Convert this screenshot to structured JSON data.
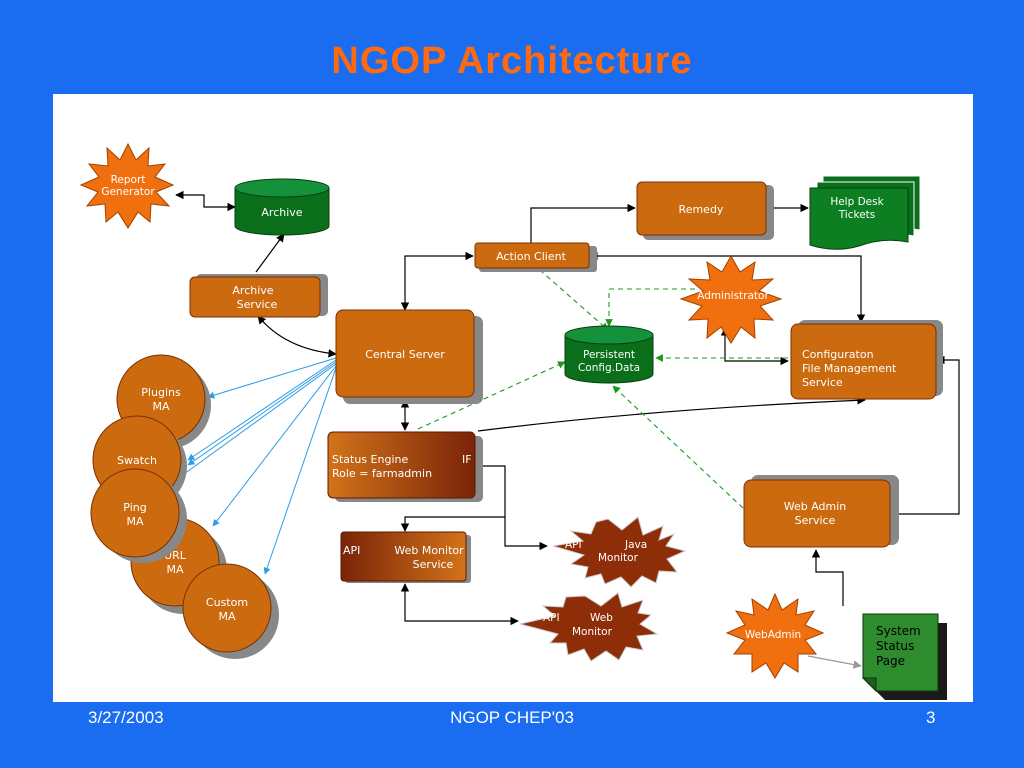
{
  "slide": {
    "title": "NGOP Architecture",
    "footer_date": "3/27/2003",
    "footer_center": "NGOP CHEP'03",
    "footer_page": "3"
  },
  "nodes": {
    "report_generator": [
      "Report",
      "Generator"
    ],
    "archive": [
      "Archive"
    ],
    "archive_service": [
      "Archive",
      "Service"
    ],
    "remedy": [
      "Remedy"
    ],
    "help_desk_tickets": [
      "Help Desk",
      "Tickets"
    ],
    "action_client": [
      "Action Client"
    ],
    "administrator": [
      "Administrator"
    ],
    "central_server": [
      "Central Server"
    ],
    "persistent_config": [
      "Persistent",
      "Config.Data"
    ],
    "config_file_mgmt": [
      "Configuraton",
      "File Management",
      "Service"
    ],
    "plugins_ma": [
      "Plugins",
      "MA"
    ],
    "swatch": [
      "Swatch"
    ],
    "ping_ma": [
      "Ping",
      "MA"
    ],
    "url_ma": [
      "URL",
      "MA"
    ],
    "custom_ma": [
      "Custom",
      "MA"
    ],
    "status_engine": [
      "Status Engine",
      "Role = farmadmin"
    ],
    "status_engine_if": "IF",
    "web_monitor_service": [
      "Web Monitor",
      "Service"
    ],
    "web_monitor_service_api": "API",
    "java_monitor_api": "API",
    "java_monitor": [
      "Java",
      "Monitor"
    ],
    "web_monitor_api": "API",
    "web_monitor": [
      "Web",
      "Monitor"
    ],
    "web_admin_service": [
      "Web Admin",
      "Service"
    ],
    "webadmin": [
      "WebAdmin"
    ],
    "system_status_page": [
      "System",
      "Status",
      "Page"
    ]
  },
  "colors": {
    "background": "#1a6cf0",
    "title": "#ff6a10",
    "node_orange": "#cc6a10",
    "node_dark_orange": "#8e2e08",
    "database_green": "#0a6e1a",
    "star_orange": "#f07010",
    "page_green": "#2e8b2e",
    "arrow_black": "#000000",
    "arrow_blue": "#2b9de8",
    "arrow_dashed_green": "#1a9a1a"
  }
}
